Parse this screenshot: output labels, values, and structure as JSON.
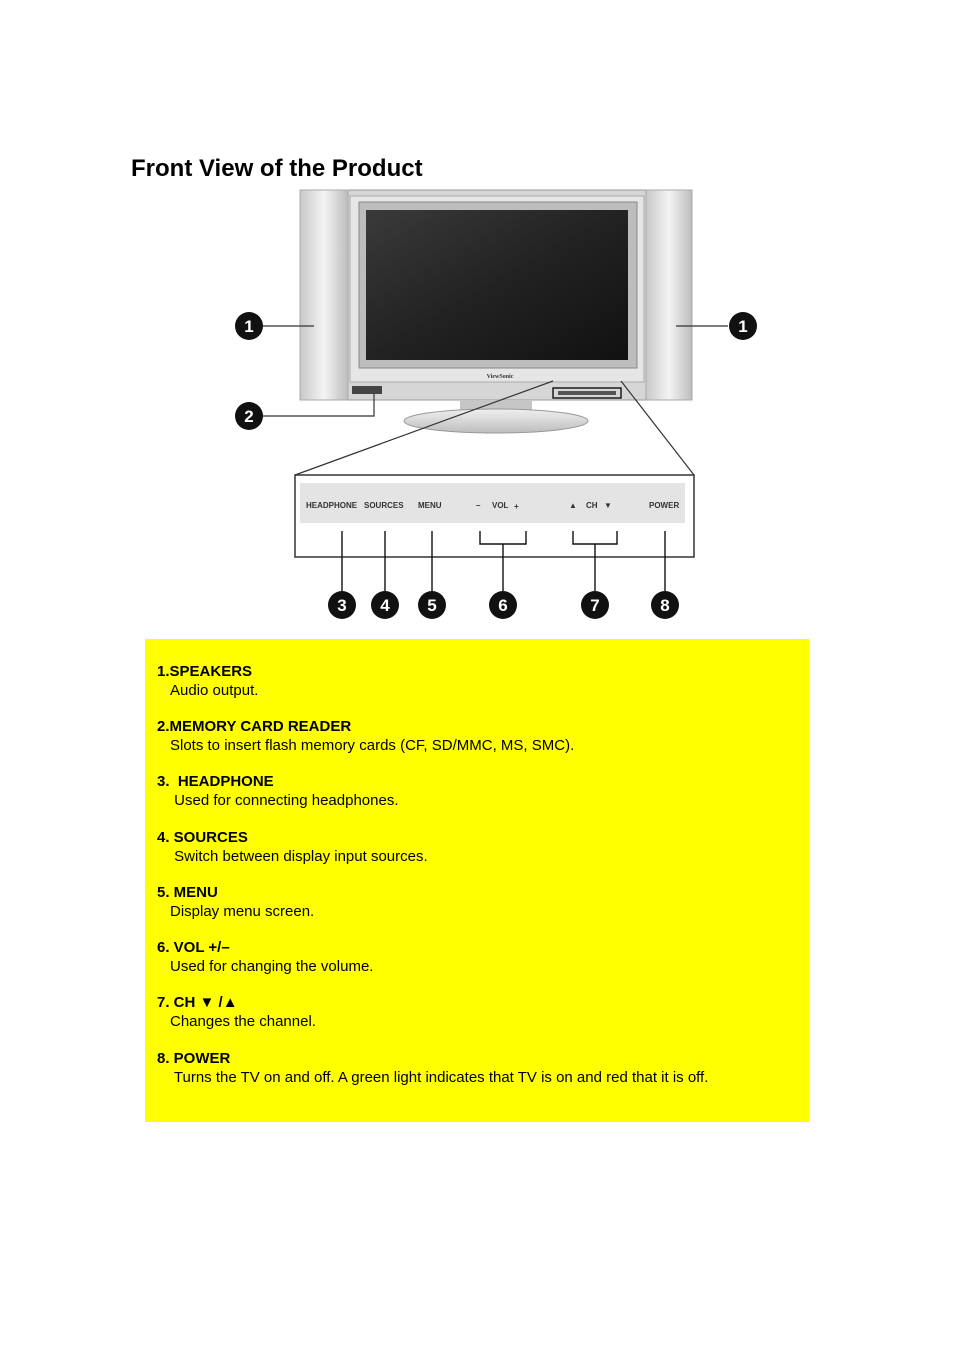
{
  "page": {
    "title": "Front View of the Product"
  },
  "figure": {
    "brand": "ViewSonic",
    "panel_labels": {
      "headphone": "HEADPHONE",
      "sources": "SOURCES",
      "menu": "MENU",
      "vol_minus": "–",
      "vol": "VOL",
      "vol_plus": "+",
      "ch_up": "▲",
      "ch": "CH",
      "ch_down": "▼",
      "power": "POWER"
    },
    "callouts": {
      "speaker_left": "1",
      "speaker_right": "1",
      "card_reader": "2",
      "headphone": "3",
      "sources": "4",
      "menu": "5",
      "vol": "6",
      "ch": "7",
      "power": "8"
    }
  },
  "items": [
    {
      "title": "1.SPEAKERS",
      "desc": "Audio output."
    },
    {
      "title": "2.MEMORY CARD READER",
      "desc": "Slots to insert flash memory cards (CF, SD/MMC, MS, SMC)."
    },
    {
      "title": "3.  HEADPHONE",
      "desc": " Used for connecting headphones."
    },
    {
      "title": "4. SOURCES",
      "desc": " Switch between display input sources."
    },
    {
      "title": "5. MENU",
      "desc": "Display menu screen."
    },
    {
      "title": "6. VOL +/–",
      "desc": "Used for changing the volume."
    },
    {
      "title": "7. CH ▼ /▲",
      "desc": "Changes the channel."
    },
    {
      "title": "8. POWER",
      "desc": " Turns the TV on and off. A green light indicates that TV is on and red that it is off."
    }
  ],
  "colors": {
    "box_background": "#ffff00",
    "callout_circle": "#111111"
  }
}
